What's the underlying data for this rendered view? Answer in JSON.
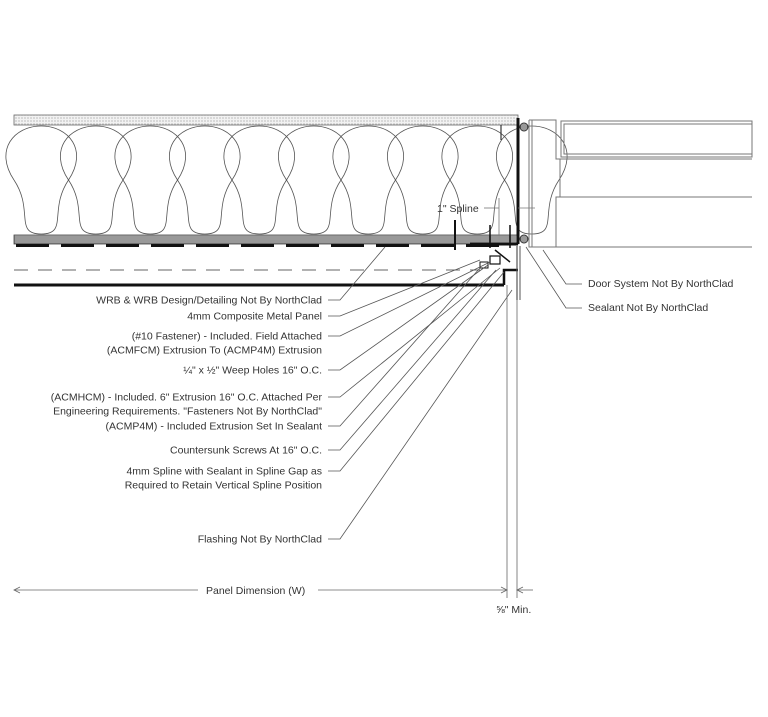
{
  "drawing": {
    "title": "Composite Metal Panel Door Jamb Detail",
    "spline_dimension": "1\" Spline",
    "callouts_left": [
      {
        "lines": [
          "WRB & WRB Design/Detailing Not By NorthClad"
        ]
      },
      {
        "lines": [
          "4mm Composite Metal Panel"
        ]
      },
      {
        "lines": [
          "(#10 Fastener) - Included. Field Attached",
          "(ACMFCM) Extrusion To (ACMP4M) Extrusion"
        ]
      },
      {
        "lines": [
          "¼\" x ½\" Weep Holes 16\" O.C."
        ]
      },
      {
        "lines": [
          "(ACMHCM) - Included. 6\" Extrusion 16\" O.C. Attached Per",
          "Engineering Requirements. \"Fasteners Not By NorthClad\""
        ]
      },
      {
        "lines": [
          "(ACMP4M) - Included Extrusion Set In Sealant"
        ]
      },
      {
        "lines": [
          "Countersunk Screws At 16\" O.C."
        ]
      },
      {
        "lines": [
          "4mm Spline with Sealant in Spline Gap as",
          "Required to Retain Vertical Spline Position"
        ]
      },
      {
        "lines": [
          "Flashing Not By NorthClad"
        ]
      }
    ],
    "callouts_right": [
      {
        "lines": [
          "Door System Not By NorthClad"
        ]
      },
      {
        "lines": [
          "Sealant Not By NorthClad"
        ]
      }
    ],
    "dimension_panel": "Panel Dimension (W)",
    "dimension_min": "⅝\" Min.",
    "colors": {
      "line": "#333333",
      "light": "#888888",
      "hatch": "#999999"
    }
  }
}
